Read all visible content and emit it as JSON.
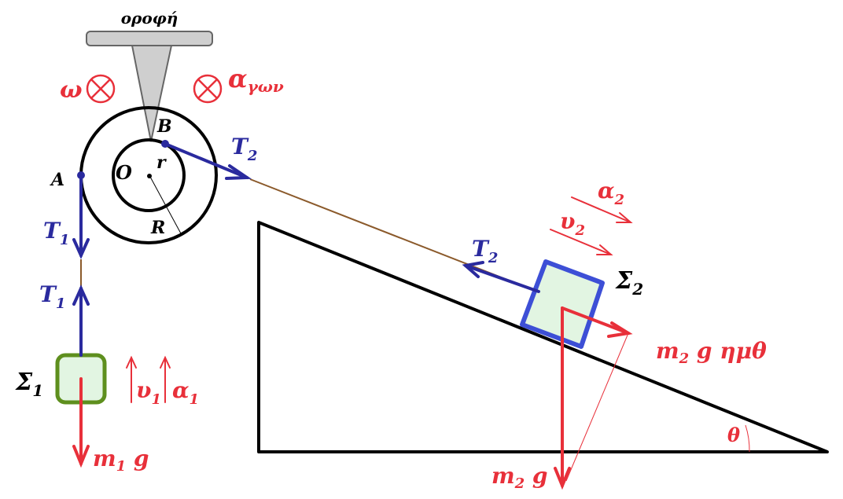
{
  "ceiling_label": "οροφή",
  "omega_label": "ω",
  "alpha_ang_label": "α",
  "alpha_ang_sub": "γων",
  "point_B": "B",
  "point_A": "A",
  "point_O": "O",
  "radius_r": "r",
  "radius_R": "R",
  "T2_upper": {
    "main": "T",
    "sub": "2"
  },
  "T2_lower": {
    "main": "T",
    "sub": "2"
  },
  "T1_upper": {
    "main": "T",
    "sub": "1"
  },
  "T1_lower": {
    "main": "T",
    "sub": "1"
  },
  "sigma1": {
    "main": "Σ",
    "sub": "1"
  },
  "sigma2": {
    "main": "Σ",
    "sub": "2"
  },
  "v1": {
    "main": "υ",
    "sub": "1"
  },
  "a1": {
    "main": "α",
    "sub": "1"
  },
  "v2": {
    "main": "υ",
    "sub": "2"
  },
  "a2": {
    "main": "α",
    "sub": "2"
  },
  "m1g": {
    "m": "m",
    "sub": "1",
    "rest": " g"
  },
  "m2g": {
    "m": "m",
    "sub": "2",
    "rest": " g"
  },
  "m2g_sin": {
    "m": "m",
    "sub": "2",
    "rest": " g ημθ"
  },
  "theta_label": "θ",
  "colors": {
    "force_red": "#e8303a",
    "tension_blue": "#2a2a9e",
    "block_fill": "#e2f5e2",
    "block1_border": "#5e8f1e",
    "block2_border": "#3d4fd6",
    "rope": "#8b5a2b",
    "mount_gray": "#cfcfcf"
  }
}
